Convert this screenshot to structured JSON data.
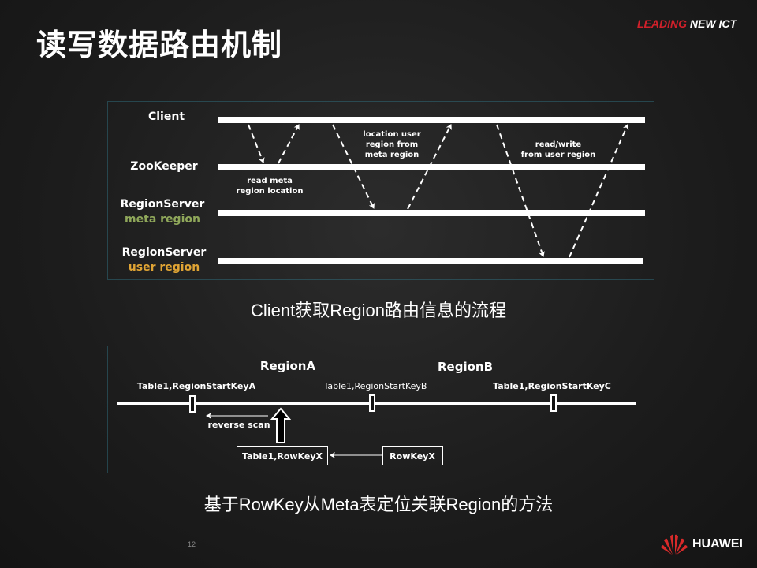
{
  "title": "读写数据路由机制",
  "slogan": {
    "part1": "LEADING",
    "part2": " NEW ICT"
  },
  "routing_diagram": {
    "lanes": [
      {
        "name": "Client",
        "sub": ""
      },
      {
        "name": "ZooKeeper",
        "sub": ""
      },
      {
        "name": "RegionServer",
        "sub": "meta region",
        "sub_color": "#8fa75a"
      },
      {
        "name": "RegionServer",
        "sub": "user region",
        "sub_color": "#e0a434"
      }
    ],
    "notes": {
      "zk": [
        "read meta",
        "region location"
      ],
      "meta": [
        "location user",
        "region from",
        "meta region"
      ],
      "user": [
        "read/write",
        "from user region"
      ]
    },
    "caption": "Client获取Region路由信息的流程"
  },
  "meta_lookup": {
    "regions": [
      "RegionA",
      "RegionB"
    ],
    "start_keys": [
      "Table1,RegionStartKeyA",
      "Table1,RegionStartKeyB",
      "Table1,RegionStartKeyC"
    ],
    "reverse_scan": "reverse scan",
    "meta_key": "Table1,RowKeyX",
    "row_key": "RowKeyX",
    "caption": "基于RowKey从Meta表定位关联Region的方法"
  },
  "footer": {
    "page": "12",
    "brand": "HUAWEI"
  }
}
